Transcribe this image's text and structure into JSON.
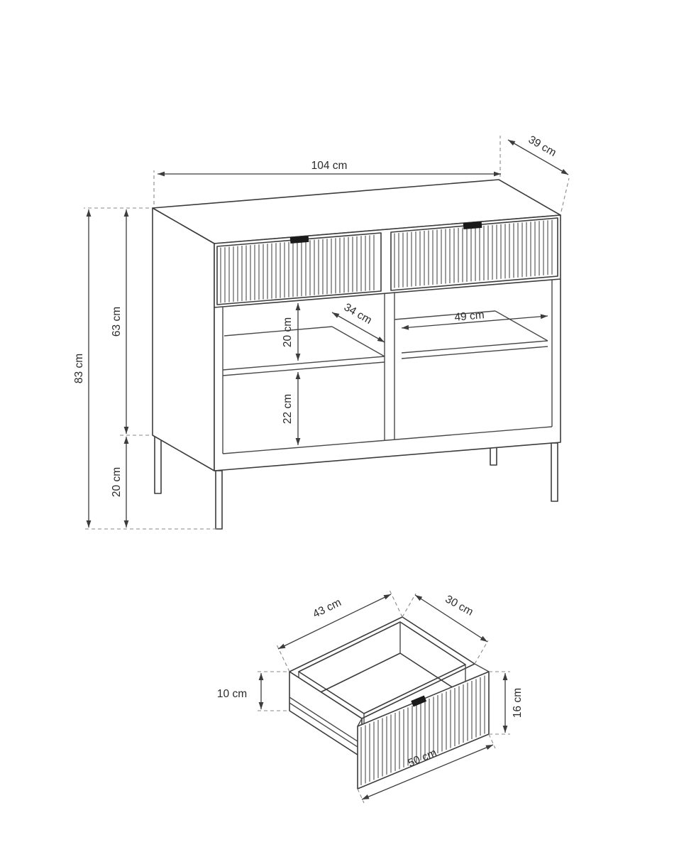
{
  "diagram": {
    "colors": {
      "line": "#3c3c3c",
      "background": "#ffffff",
      "handle_fill": "#1a1a1a"
    },
    "cabinet": {
      "width": "104 cm",
      "depth": "39 cm",
      "total_height": "83 cm",
      "body_height": "63 cm",
      "leg_height": "20 cm",
      "upper_compartment_height": "20 cm",
      "lower_compartment_height": "22 cm",
      "shelf_depth": "34 cm",
      "niche_width": "49 cm"
    },
    "drawer": {
      "inner_width": "43 cm",
      "inner_depth": "30 cm",
      "front_height": "16 cm",
      "side_height": "10 cm",
      "front_width": "50 cm"
    }
  }
}
